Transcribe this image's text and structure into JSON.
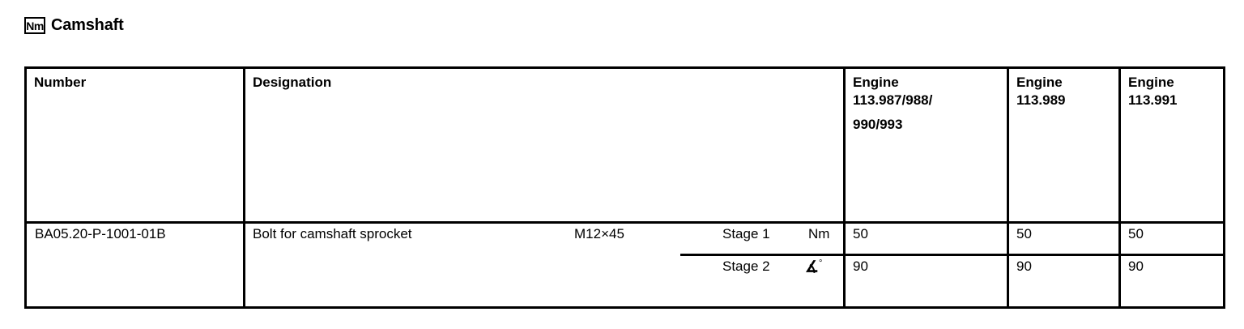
{
  "title": {
    "unit_badge": "Nm",
    "heading": "Camshaft"
  },
  "table": {
    "headers": {
      "number": "Number",
      "designation": "Designation",
      "engine_a_line1": "Engine",
      "engine_a_line2": "113.987/988/",
      "engine_a_line3": "990/993",
      "engine_b_line1": "Engine",
      "engine_b_line2": "113.989",
      "engine_c_line1": "Engine",
      "engine_c_line2": "113.991"
    },
    "row": {
      "number": "BA05.20-P-1001-01B",
      "designation": "Bolt for camshaft sprocket",
      "size": "M12×45",
      "stages": [
        {
          "label": "Stage 1",
          "unit": "Nm",
          "unit_type": "text",
          "engine_a": "50",
          "engine_b": "50",
          "engine_c": "50"
        },
        {
          "label": "Stage 2",
          "unit": "∡",
          "unit_degree": "°",
          "unit_type": "angle",
          "engine_a": "90",
          "engine_b": "90",
          "engine_c": "90"
        }
      ]
    }
  },
  "colors": {
    "background": "#ffffff",
    "text": "#000000",
    "rule": "#000000"
  }
}
